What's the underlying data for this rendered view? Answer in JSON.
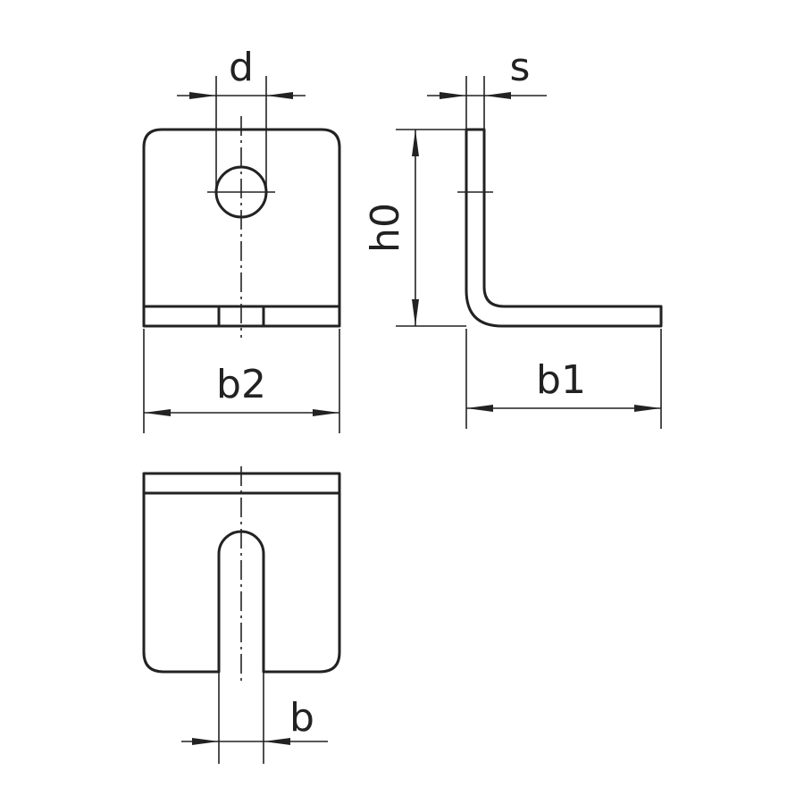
{
  "labels": {
    "d": "d",
    "s": "s",
    "h0": "h0",
    "b2": "b2",
    "b1": "b1",
    "b": "b"
  }
}
